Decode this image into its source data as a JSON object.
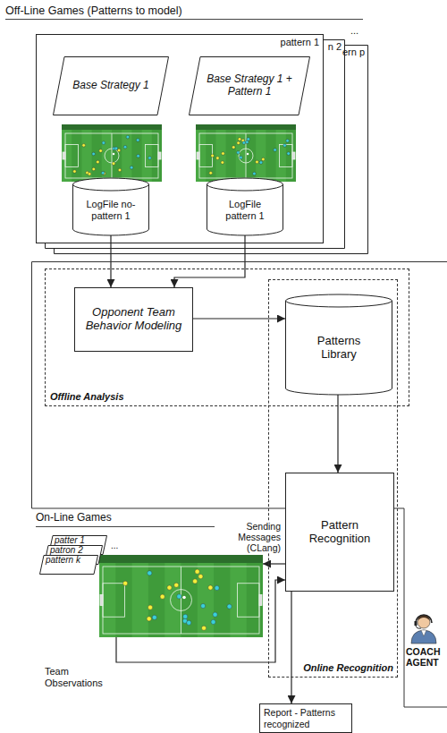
{
  "diagram": {
    "nodes": [
      {
        "text": [
          "ern p"
        ]
      },
      {
        "text": [
          "n 2"
        ]
      },
      {
        "text": [
          "pattern 1"
        ]
      },
      {
        "text": [
          "Base Strategy 1"
        ],
        "in": 2
      },
      {
        "text": [
          "Base Strategy 1 + Pattern 1"
        ],
        "in": 2
      },
      {
        "text": [
          "LogFile no-pattern 1"
        ],
        "in": 2
      },
      {
        "text": [
          "LogFile pattern 1"
        ],
        "in": 2
      },
      {
        "text": [
          "COACH AGENT"
        ]
      },
      {
        "text": [
          "Offline Analysis"
        ],
        "in": 7
      },
      {
        "text": [
          "Opponent Team Behavior Modeling"
        ],
        "in": 8
      },
      {
        "text": [
          "Online Recognition"
        ],
        "in": 7
      },
      {
        "text": [
          "Patterns Library"
        ],
        "in": 8
      },
      {
        "text": [
          "Pattern Recognition"
        ],
        "in": 10
      },
      {
        "text": [
          "On-Line Games"
        ]
      },
      {
        "text": [
          "patter 1"
        ],
        "in": 13
      },
      {
        "text": [
          "patron 2"
        ],
        "in": 13
      },
      {
        "text": [
          "pattern k"
        ],
        "in": 13
      },
      {
        "text": [
          "Report - Patterns recognized"
        ]
      }
    ],
    "edges": [
      {
        "from": 5,
        "to": 9,
        "arrow": "to"
      },
      {
        "from": 6,
        "to": 9,
        "arrow": "to"
      },
      {
        "from": 9,
        "to": 11,
        "arrow": "to"
      },
      {
        "from": 11,
        "to": 12,
        "arrow": "to"
      },
      {
        "from": 12,
        "to": 13,
        "label": "Sending Messages (CLang)",
        "arrow": "to"
      },
      {
        "from": 13,
        "to": 12,
        "label": "Team Observations",
        "arrow": "to"
      },
      {
        "from": 12,
        "to": 17,
        "arrow": "to"
      }
    ],
    "labels": [
      "Off-Line Games (Patterns to model)",
      "...",
      "..."
    ]
  }
}
